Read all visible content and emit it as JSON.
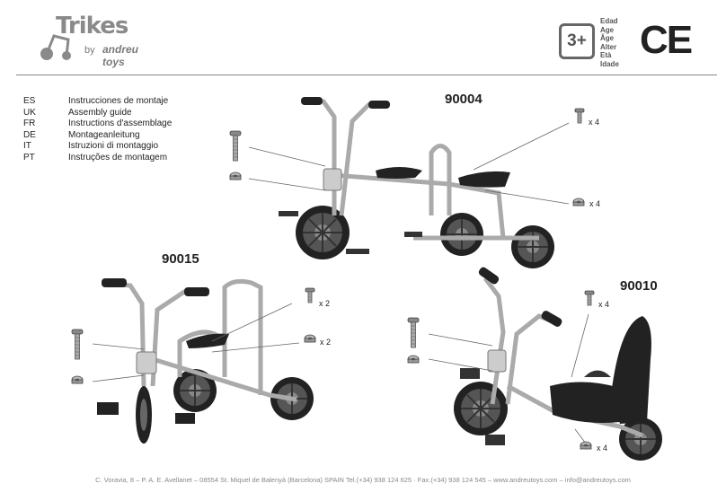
{
  "brand": {
    "name": "Trikes",
    "by": "by",
    "maker": "andreu toys"
  },
  "age": {
    "value": "3+",
    "labels": [
      "Edad",
      "Age",
      "Âge",
      "Alter",
      "Età",
      "Idade"
    ]
  },
  "certification": "CE",
  "languages": [
    {
      "code": "ES",
      "text": "Instrucciones de montaje"
    },
    {
      "code": "UK",
      "text": "Assembly guide"
    },
    {
      "code": "FR",
      "text": "Instructions d'assemblage"
    },
    {
      "code": "DE",
      "text": "Montageanleitung"
    },
    {
      "code": "IT",
      "text": "Istruzioni di montaggio"
    },
    {
      "code": "PT",
      "text": "Instruções de montagem"
    }
  ],
  "models": {
    "m90004": {
      "code": "90004",
      "screws": "x 4",
      "nuts": "x 4"
    },
    "m90015": {
      "code": "90015",
      "screws": "x 2",
      "nuts": "x 2"
    },
    "m90010": {
      "code": "90010",
      "screws": "x 4",
      "nuts": "x 4"
    }
  },
  "footer": "C. Voravia, 8 – P. A. E. Avellanet – 08554 St. Miquel de Balenyà (Barcelona) SPAIN Tel.(+34) 938 124 625 · Fax.(+34) 938 124 545 – www.andreutoys.com – info@andreutoys.com"
}
